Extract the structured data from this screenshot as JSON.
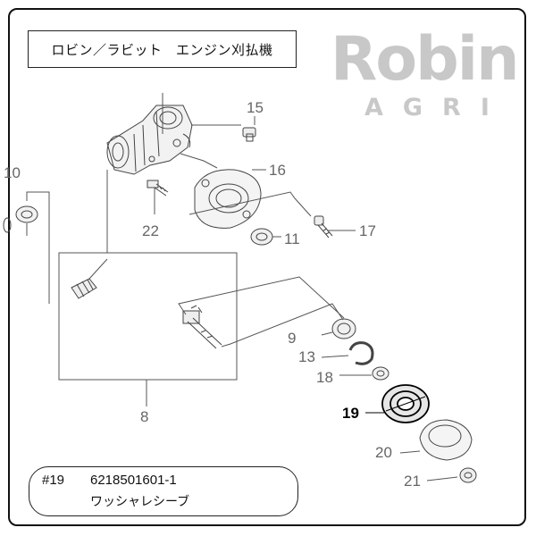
{
  "title": "ロビン／ラビット　エンジン刈払機",
  "brand": {
    "main": "Robin",
    "sub": "AGRI",
    "color": "#c8c8c8"
  },
  "callouts": {
    "c10": "10",
    "c15": "15",
    "c16": "16",
    "c22": "22",
    "c11": "11",
    "c17": "17",
    "c9": "9",
    "c13": "13",
    "c18": "18",
    "c19": "19",
    "c8": "8",
    "c20": "20",
    "c21": "21"
  },
  "highlight_part": "19",
  "info": {
    "number": "#19",
    "code": "6218501601-1",
    "name": "ワッシャレシーブ"
  },
  "colors": {
    "line": "#444444",
    "callout_text": "#666666",
    "highlight_text": "#000000"
  }
}
